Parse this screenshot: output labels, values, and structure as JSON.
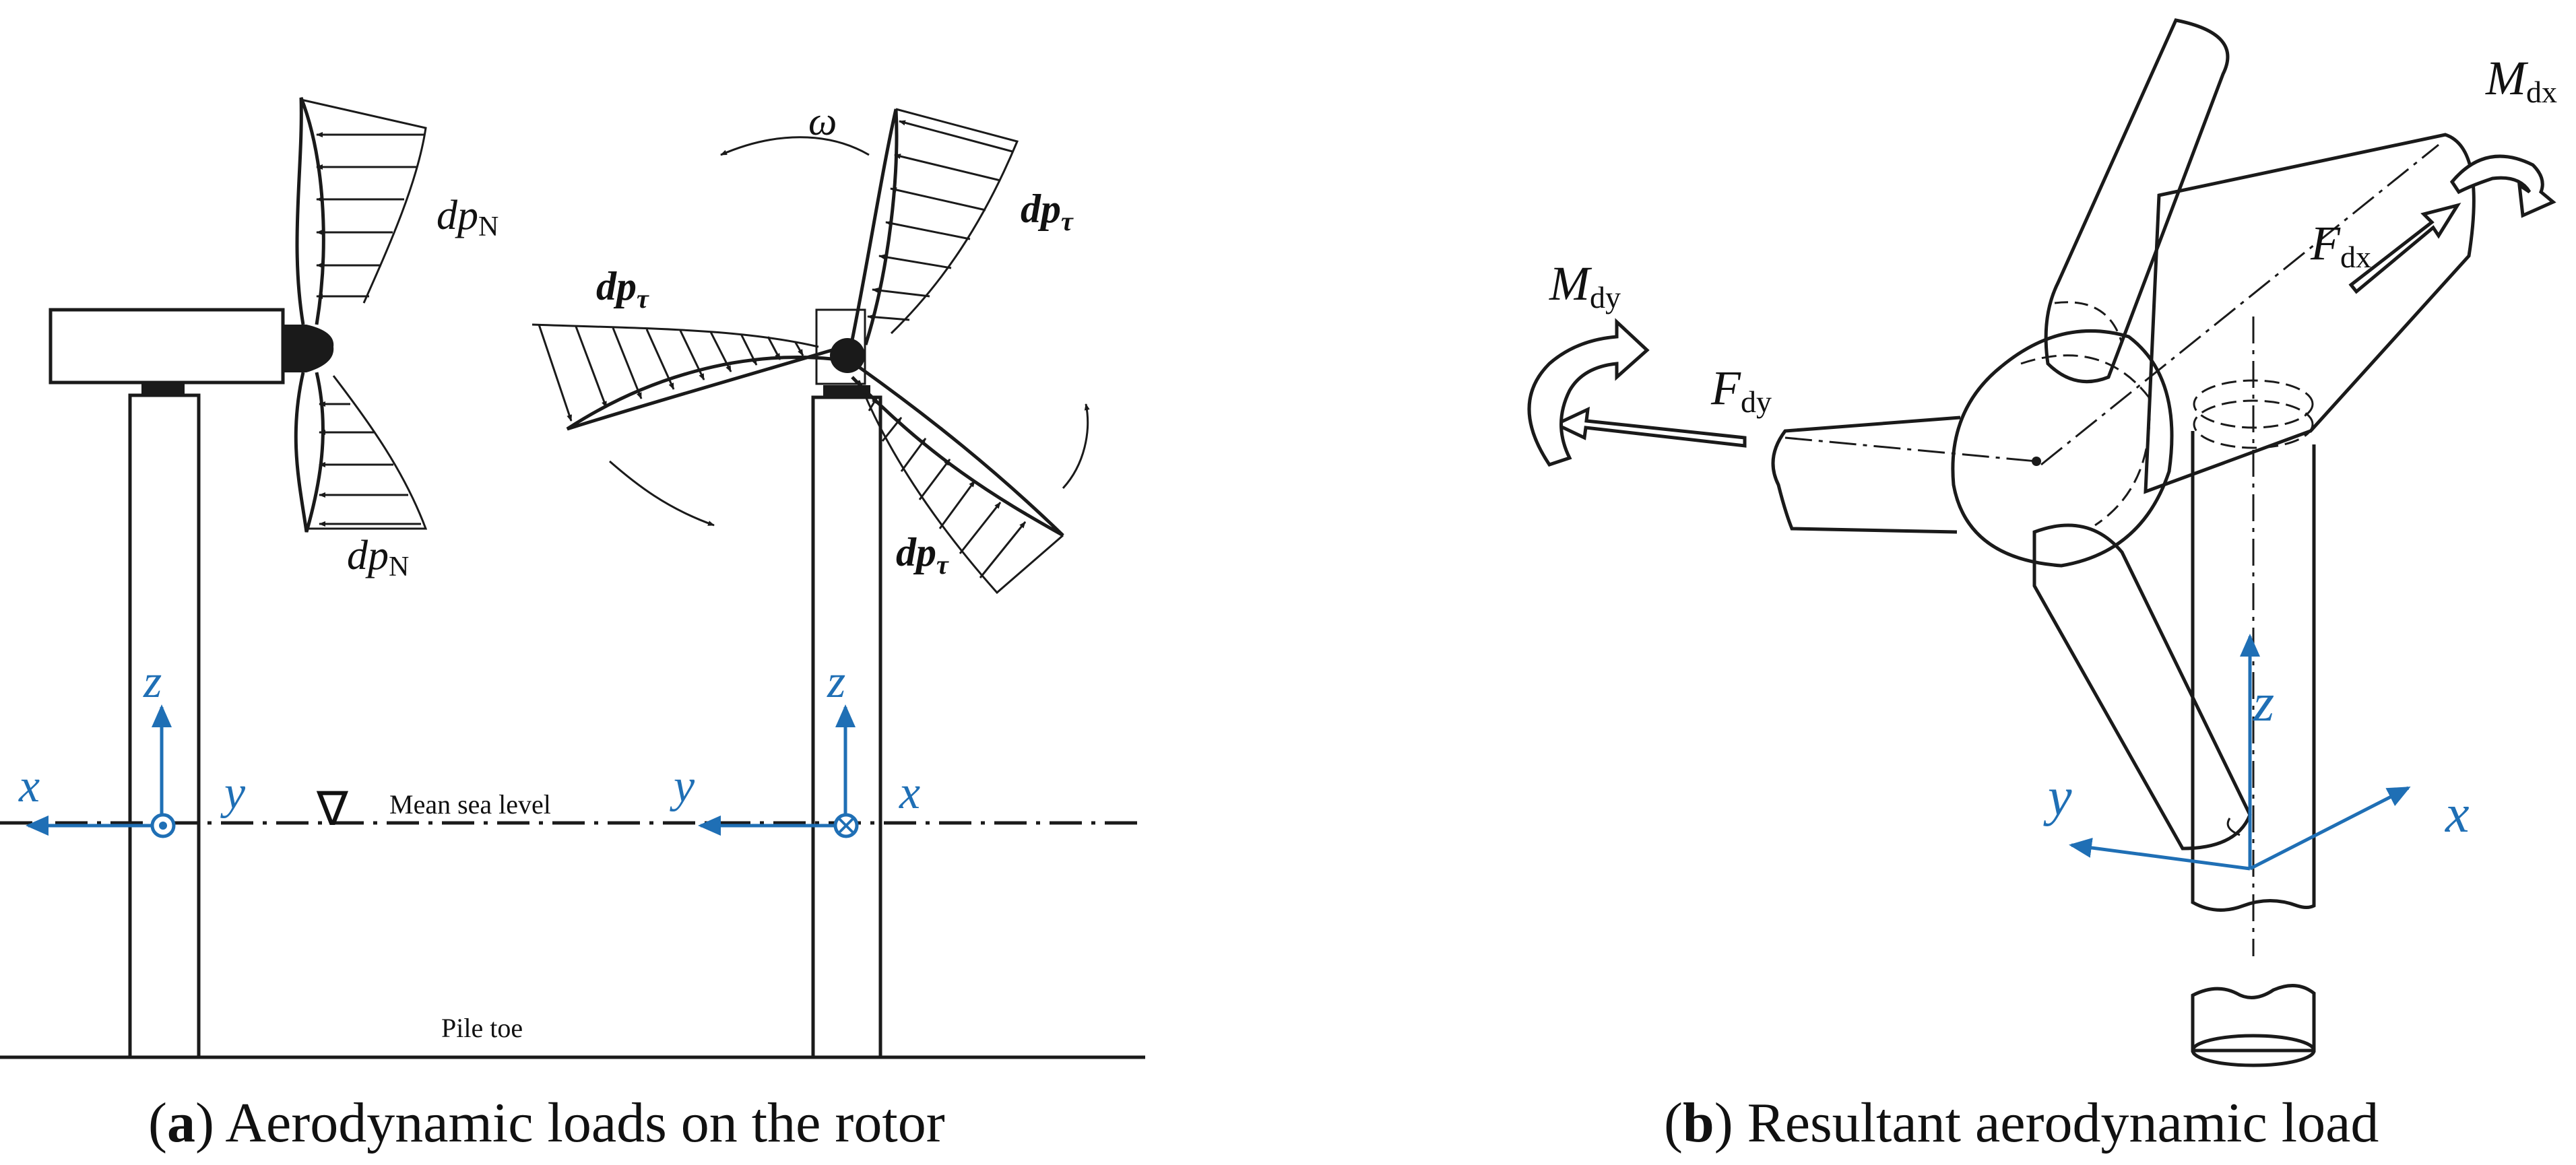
{
  "panel_a": {
    "caption_letter": "a",
    "caption_text": ") Aerodynamic loads on the rotor",
    "dp_n_top": "dp",
    "dp_n_top_sub": "N",
    "dp_n_bottom": "dp",
    "dp_n_bottom_sub": "N",
    "dp_tau_right": "dp",
    "dp_tau_right_sub": "τ",
    "dp_tau_left": "dp",
    "dp_tau_left_sub": "τ",
    "dp_tau_bottom": "dp",
    "dp_tau_bottom_sub": "τ",
    "omega": "ω",
    "axis_left": {
      "x": "x",
      "y": "y",
      "z": "z"
    },
    "axis_right": {
      "x": "x",
      "y": "y",
      "z": "z"
    },
    "sea_level_symbol": "∇",
    "sea_level_label": "Mean sea level",
    "pile_toe_label": "Pile toe"
  },
  "panel_b": {
    "caption_letter": "b",
    "caption_text": ") Resultant aerodynamic load",
    "m_dx": "M",
    "m_dx_sub": "dx",
    "f_dx": "F",
    "f_dx_sub": "dx",
    "m_dy": "M",
    "m_dy_sub": "dy",
    "f_dy": "F",
    "f_dy_sub": "dy",
    "axis": {
      "x": "x",
      "y": "y",
      "z": "z"
    }
  },
  "colors": {
    "axis_blue": "#1f6fb5",
    "ink": "#1a1a1a"
  }
}
